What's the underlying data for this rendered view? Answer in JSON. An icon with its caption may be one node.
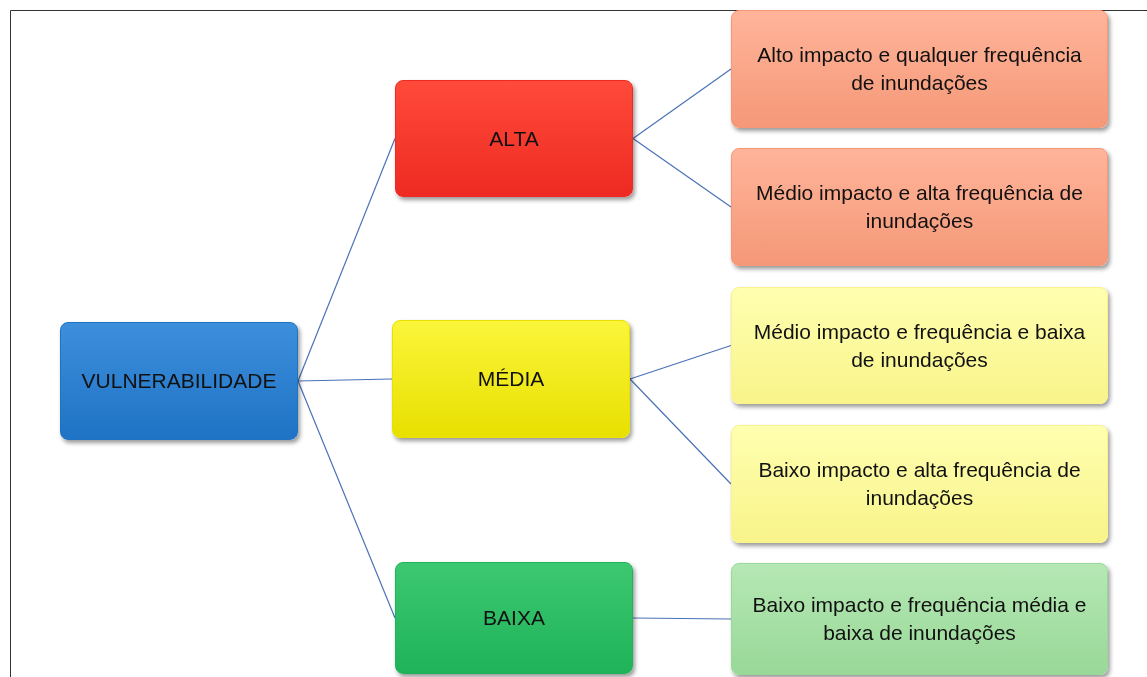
{
  "diagram": {
    "nodes": [
      {
        "text": [
          "VULNERABILIDADE"
        ]
      },
      {
        "text": [
          "ALTA"
        ]
      },
      {
        "text": [
          "MÉDIA"
        ]
      },
      {
        "text": [
          "BAIXA"
        ]
      },
      {
        "text": [
          "Alto impacto e qualquer frequência de inundações"
        ]
      },
      {
        "text": [
          "Médio impacto e alta frequência de inundações"
        ]
      },
      {
        "text": [
          "Médio impacto e frequência e baixa de inundações"
        ]
      },
      {
        "text": [
          "Baixo impacto e alta frequência de inundações"
        ]
      },
      {
        "text": [
          "Baixo impacto e frequência média e baixa de inundações"
        ]
      }
    ],
    "edges": [
      {
        "from": 0,
        "to": 1,
        "arrow": "none"
      },
      {
        "from": 0,
        "to": 2,
        "arrow": "none"
      },
      {
        "from": 0,
        "to": 3,
        "arrow": "none"
      },
      {
        "from": 1,
        "to": 4,
        "arrow": "none"
      },
      {
        "from": 1,
        "to": 5,
        "arrow": "none"
      },
      {
        "from": 2,
        "to": 6,
        "arrow": "none"
      },
      {
        "from": 2,
        "to": 7,
        "arrow": "none"
      },
      {
        "from": 3,
        "to": 8,
        "arrow": "none"
      }
    ]
  }
}
